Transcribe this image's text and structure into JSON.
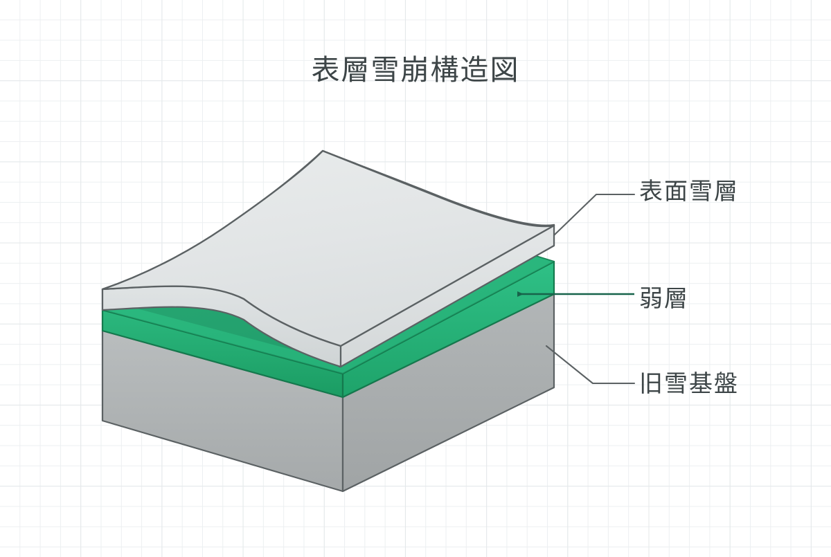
{
  "page": {
    "background": "#ffffff",
    "grid_color": "#eceff1",
    "text_color": "#3d4547"
  },
  "title": "表層雪崩構造図",
  "diagram": {
    "type": "layered-3d-block",
    "description": "isometric cutaway block of a snowpack",
    "layers": [
      {
        "id": "surface-snow",
        "label": "表面雪層",
        "top_color": "#e3e6e7",
        "side_color": "#d2d6d7",
        "front_color": "#dfe3e4",
        "stroke": "#5b6163"
      },
      {
        "id": "weak-layer",
        "label": "弱層",
        "top_color": "#2dbd82",
        "side_color": "#1da368",
        "front_color": "#23ac73",
        "stroke": "#14794d"
      },
      {
        "id": "old-snow-base",
        "label": "旧雪基盤",
        "top_color": "#b5b9ba",
        "side_color": "#a3a7a8",
        "front_color": "#adb1b2",
        "stroke": "#5b6163"
      }
    ],
    "callouts": [
      {
        "id": "callout-surface",
        "label": "表面雪層",
        "style": "leader-line",
        "color": "#5b6163"
      },
      {
        "id": "callout-weak",
        "label": "弱層",
        "style": "arrow",
        "color": "#17634a"
      },
      {
        "id": "callout-base",
        "label": "旧雪基盤",
        "style": "leader-line",
        "color": "#5b6163"
      }
    ]
  }
}
